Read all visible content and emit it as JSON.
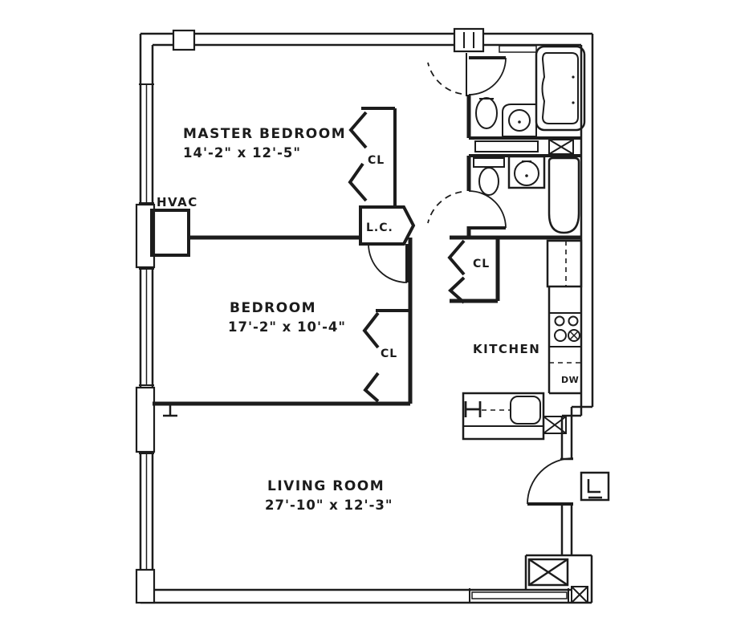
{
  "plan": {
    "rooms": {
      "master_bedroom": {
        "name": "MASTER BEDROOM",
        "dimensions": "14'-2\" x 12'-5\""
      },
      "bedroom": {
        "name": "BEDROOM",
        "dimensions": "17'-2\" x 10'-4\""
      },
      "living_room": {
        "name": "LIVING ROOM",
        "dimensions": "27'-10\" x 12'-3\""
      },
      "kitchen": {
        "name": "KITCHEN"
      }
    },
    "labels": {
      "hvac": "HVAC",
      "master_closet": "CL",
      "linen_closet": "L.C.",
      "hall_closet": "CL",
      "bedroom_closet": "CL",
      "dishwasher": "DW"
    },
    "colors": {
      "ink": "#1c1c1c",
      "paper": "#ffffff"
    }
  }
}
